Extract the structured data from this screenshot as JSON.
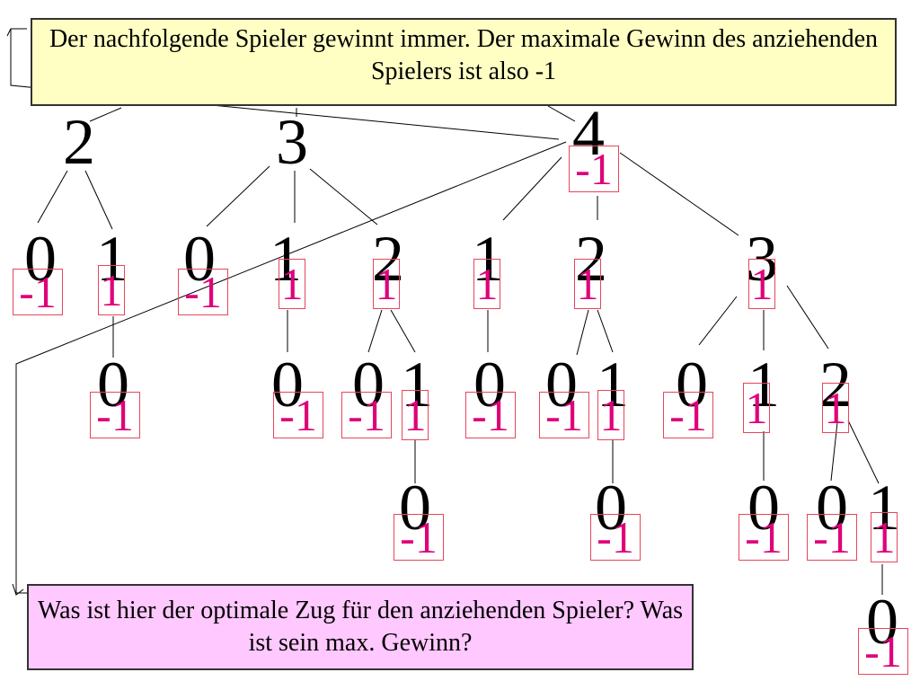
{
  "callout_top": "Der nachfolgende Spieler gewinnt immer. Der maximale Gewinn des anziehenden Spielers ist also -1",
  "callout_bottom": "Was ist hier der optimale Zug für den anziehenden Spieler? Was ist sein max. Gewinn?",
  "colors": {
    "node_text": "#000000",
    "value_text": "#e0007a",
    "value_border": "#e8465a",
    "callout_top_bg": "#ffffc4",
    "callout_bottom_bg": "#ffc8ff"
  },
  "tree": {
    "level1": [
      {
        "label": "2"
      },
      {
        "label": "3"
      },
      {
        "label": "4",
        "value": "-1"
      }
    ],
    "level2": [
      {
        "label": "0",
        "value": "-1"
      },
      {
        "label": "1",
        "value": "1"
      },
      {
        "label": "0",
        "value": "-1"
      },
      {
        "label": "1",
        "value": "1"
      },
      {
        "label": "2",
        "value": "1"
      },
      {
        "label": "1",
        "value": "1"
      },
      {
        "label": "2",
        "value": "1"
      },
      {
        "label": "3",
        "value": "1"
      }
    ],
    "level3": [
      {
        "label": "0",
        "value": "-1"
      },
      {
        "label": "0",
        "value": "-1"
      },
      {
        "label": "0",
        "value": "-1"
      },
      {
        "label": "1",
        "value": "1"
      },
      {
        "label": "0",
        "value": "-1"
      },
      {
        "label": "0",
        "value": "-1"
      },
      {
        "label": "1",
        "value": "1"
      },
      {
        "label": "0",
        "value": "-1"
      },
      {
        "label": "1",
        "value": "1"
      },
      {
        "label": "2",
        "value": "1"
      }
    ],
    "level4": [
      {
        "label": "0",
        "value": "-1"
      },
      {
        "label": "0",
        "value": "-1"
      },
      {
        "label": "0",
        "value": "-1"
      },
      {
        "label": "0",
        "value": "-1"
      },
      {
        "label": "1",
        "value": "1"
      }
    ],
    "level5": [
      {
        "label": "0",
        "value": "-1"
      }
    ]
  }
}
